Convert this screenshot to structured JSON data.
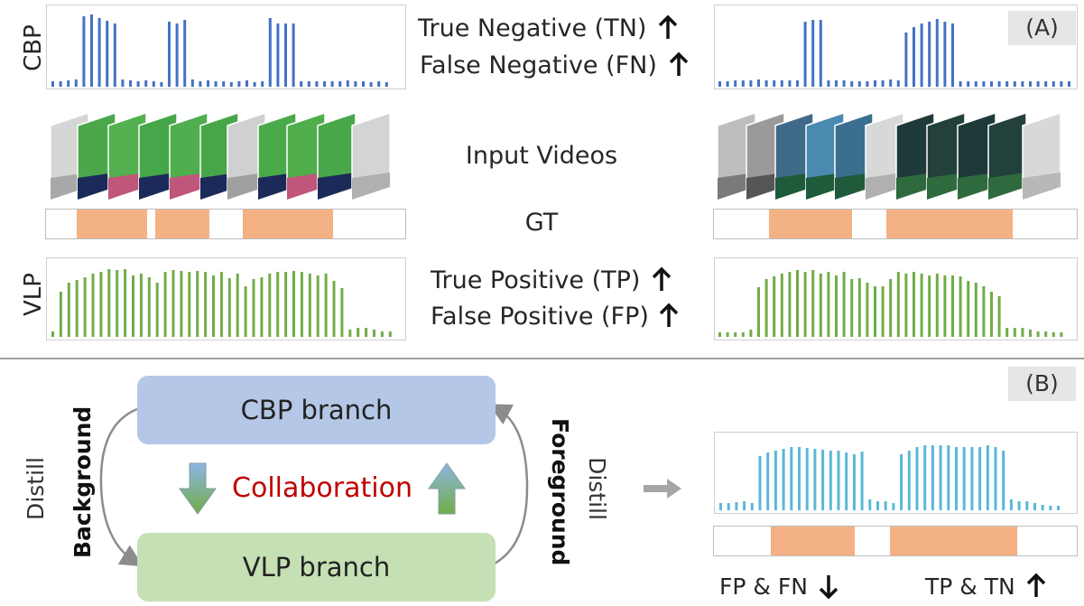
{
  "panel_a": {
    "tag": "(A)",
    "cbp_label": "CBP",
    "vlp_label": "VLP",
    "tn_text": "True Negative (TN)",
    "fn_text": "False Negative (FN)",
    "input_videos": "Input Videos",
    "gt": "GT",
    "tp_text": "True Positive (TP)",
    "fp_text": "False Positive (FP)",
    "up_arrow": "🡩"
  },
  "panel_b": {
    "tag": "(B)",
    "cbp_branch": "CBP branch",
    "vlp_branch": "VLP branch",
    "collaboration": "Collaboration",
    "distill_left": "Distill",
    "background": "Background",
    "distill_right": "Distill",
    "foreground": "Foreground",
    "fp_fn": "FP & FN",
    "tp_tn": "TP & TN"
  },
  "colors": {
    "cbp_bars": "#4472c4",
    "vlp_bars": "#70ad47",
    "result_bars": "#5bb8d6",
    "gt_segment": "#f4b183",
    "cbp_branch_fill": "#b4c7e7",
    "vlp_branch_fill": "#c5e0b4",
    "collaboration_text": "#c00000"
  }
}
